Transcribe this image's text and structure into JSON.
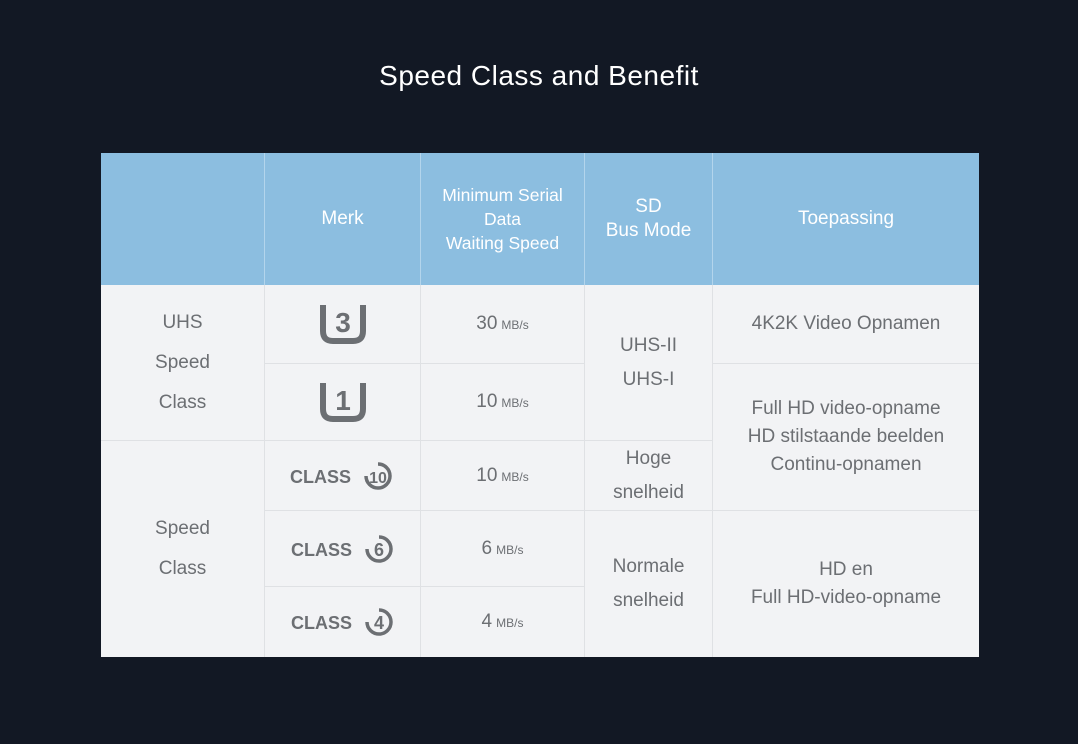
{
  "title": "Speed Class and Benefit",
  "headers": {
    "brand": "Merk",
    "min_speed": [
      "Minimum Serial",
      "Data",
      "Waiting Speed"
    ],
    "bus_mode": [
      "SD",
      "Bus Mode"
    ],
    "application": "Toepassing"
  },
  "groups": {
    "uhs": [
      "UHS",
      "Speed",
      "Class"
    ],
    "speed": [
      "Speed",
      "Class"
    ]
  },
  "logos": {
    "uhs3": "3",
    "uhs1": "1",
    "class_word": "CLASS",
    "class10": "10",
    "class6": "6",
    "class4": "4"
  },
  "speeds": [
    {
      "value": "30",
      "unit": "MB/s"
    },
    {
      "value": "10",
      "unit": "MB/s"
    },
    {
      "value": "10",
      "unit": "MB/s"
    },
    {
      "value": "6",
      "unit": "MB/s"
    },
    {
      "value": "4",
      "unit": "MB/s"
    }
  ],
  "bus_modes": {
    "uhs": [
      "UHS-II",
      "UHS-I"
    ],
    "high": [
      "Hoge",
      "snelheid"
    ],
    "normal": [
      "Normale",
      "snelheid"
    ]
  },
  "applications": {
    "a1": "4K2K Video Opnamen",
    "a2": [
      "Full HD video-opname",
      "HD stilstaande beelden",
      "Continu-opnamen"
    ],
    "a3": [
      "HD en",
      "Full HD-video-opname"
    ]
  },
  "colors": {
    "background": "#121824",
    "header": "#8cbee0",
    "body": "#f2f3f5",
    "text": "#6c6f73"
  }
}
